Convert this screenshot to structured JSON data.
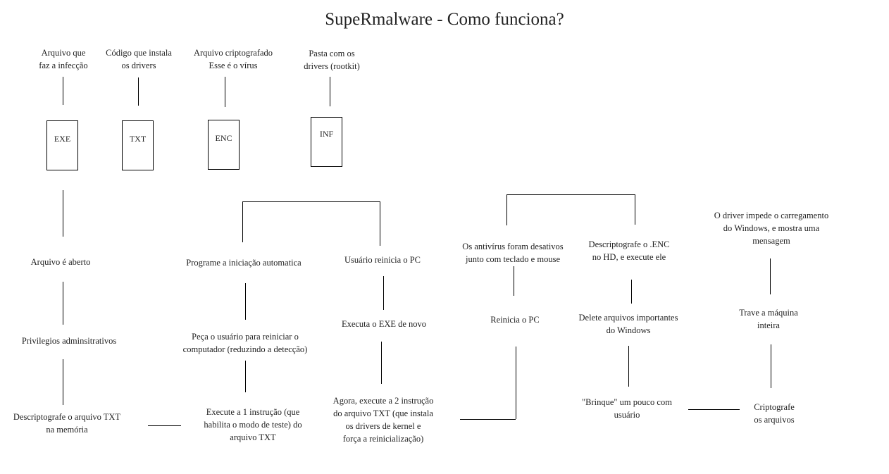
{
  "title": "SupeRmalware - Como funciona?",
  "files": [
    {
      "caption": "Arquivo que\nfaz a infecção",
      "label": "EXE"
    },
    {
      "caption": "Código que instala\nos drivers",
      "label": "TXT"
    },
    {
      "caption": "Arquivo criptografado\nEsse é o vírus",
      "label": "ENC"
    },
    {
      "caption": "Pasta com os\ndrivers (rootkit)",
      "label": "INF"
    }
  ],
  "steps": {
    "opened": "Arquivo é aberto",
    "admin": "Privilegios adminsitrativos",
    "decrypt_txt": "Descriptografe o arquivo TXT\nna memória",
    "exec1": "Execute a 1 instrução (que\nhabilita o modo de teste) do\narquivo TXT",
    "ask_restart": "Peça o usuário para reiniciar o\ncomputador (reduzindo a detecção)",
    "autostart": "Programe a iniciação automatica",
    "user_restart": "Usuário reinicia o PC",
    "exec_exe_again": "Executa o EXE de novo",
    "exec2": "Agora, execute a 2 instrução\ndo arquivo TXT (que instala\nos drivers de kernel e\nforça a reinicialização)",
    "restart_pc": "Reinicia o PC",
    "av_disabled": "Os antivírus foram desativos\njunto com teclado e mouse",
    "decrypt_enc": "Descriptografe o .ENC\nno HD, e execute ele",
    "delete_files": "Delete arquivos importantes\ndo Windows",
    "play_user": "\"Brinque\" um pouco com\nusuário",
    "encrypt_files": "Criptografe\nos arquivos",
    "lock_machine": "Trave a máquina\ninteira",
    "driver_block": "O driver impede o carregamento\ndo Windows, e mostra uma\nmensagem"
  }
}
